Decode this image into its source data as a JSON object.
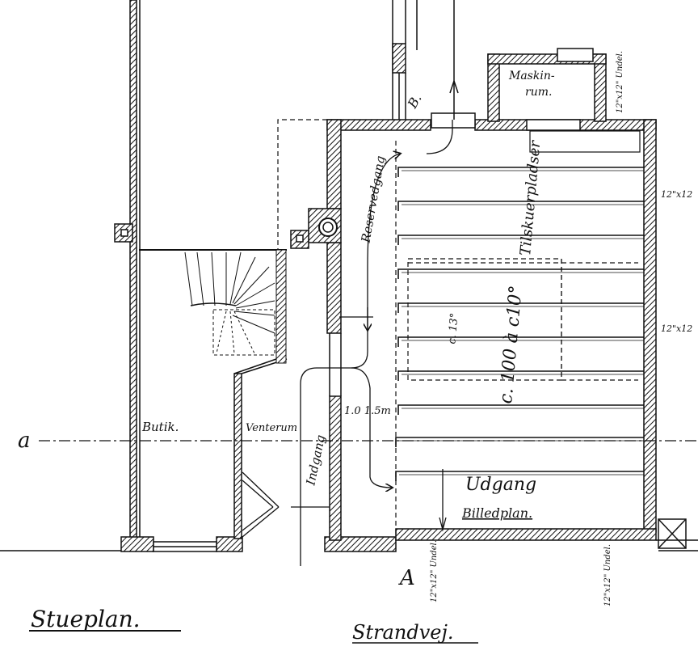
{
  "labels": {
    "maskinrum_1": "Maskin-",
    "maskinrum_2": "rum.",
    "b_mark": "B.",
    "reservedgang": "Reservedgang",
    "tilskuerplads": "Tilskuerpladser",
    "count": "c. 100 à c10°",
    "c_13": "c. 13°",
    "butik": "Butik.",
    "venterum": "Venterum",
    "indgang": "Indgang",
    "width_note": "1.0 1.5m",
    "udgang": "Udgang",
    "billedplan": "Billedplan.",
    "a_mark": "a",
    "a_cap": "A",
    "dim_top": "12\"x12\" Undel.",
    "dim_r1": "12\"x12",
    "dim_r2": "12\"x12",
    "dim_b1": "12\"x12\" Undel.",
    "dim_b2": "12\"x12\" Undel.",
    "stueplan": "Stueplan.",
    "strandvej": "Strandvej."
  },
  "colors": {
    "ink": "#111111",
    "paper": "#ffffff"
  }
}
